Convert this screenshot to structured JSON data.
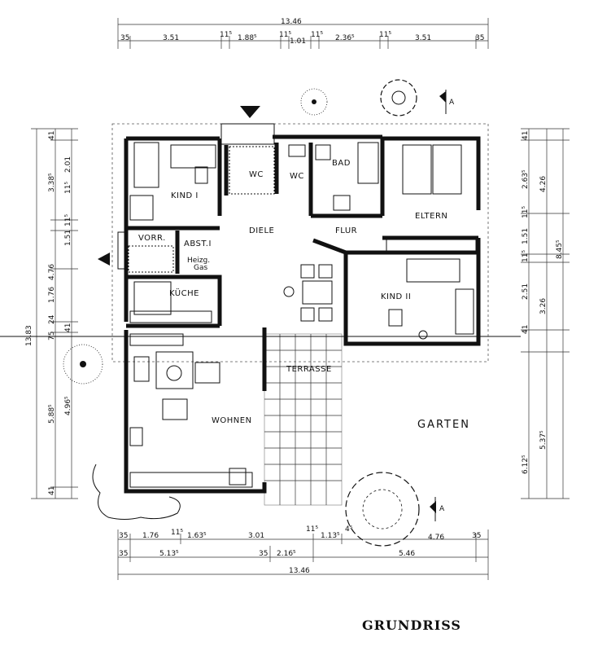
{
  "title": "GRUNDRISS",
  "rooms": {
    "kind1": "KIND I",
    "kind2": "KIND II",
    "eltern": "ELTERN",
    "diele": "DIELE",
    "flur": "FLUR",
    "bad": "BAD",
    "wc1": "WC",
    "wc2": "WC",
    "vorr": "VORR.",
    "abst": "ABST.I",
    "heizg": "Heizg.",
    "gas": "Gas",
    "kueche": "KÜCHE",
    "wohnen": "WOHNEN",
    "terrasse": "TERRASSE",
    "garten": "GARTEN"
  },
  "section_marks": {
    "top": "A",
    "bottom": "A"
  },
  "dimensions": {
    "top_total": "13.46",
    "top": [
      "35",
      "3.51",
      "11⁵",
      "1.88⁵",
      "11⁵",
      "1.01",
      "11⁵",
      "2.36⁵",
      "11⁵",
      "3.51",
      "35"
    ],
    "bottom_row1": [
      "35",
      "1.76",
      "11⁵",
      "1.63⁵",
      "3.01",
      "11⁵",
      "1.13⁵",
      "4⁵",
      "4.76",
      "35"
    ],
    "bottom_row2": [
      "35",
      "5.13⁵",
      "35",
      "2.16⁵",
      "5.46"
    ],
    "bottom_total": "13.46",
    "left_total": "13.83",
    "left_inner": [
      "41",
      "2.01",
      "11⁵",
      "1.51",
      "11⁵",
      "1.76",
      "24",
      "75",
      "4.96⁵",
      "41"
    ],
    "left_outer": [
      "3.38⁵",
      "4.76",
      "41",
      "5.88⁵"
    ],
    "right_inner": [
      "41",
      "2.63⁵",
      "11⁵",
      "1.51",
      "11⁵",
      "2.51",
      "41"
    ],
    "right_outer": [
      "4.26",
      "8.45⁵",
      "3.26",
      "6.12⁵",
      "5.37⁵"
    ]
  }
}
